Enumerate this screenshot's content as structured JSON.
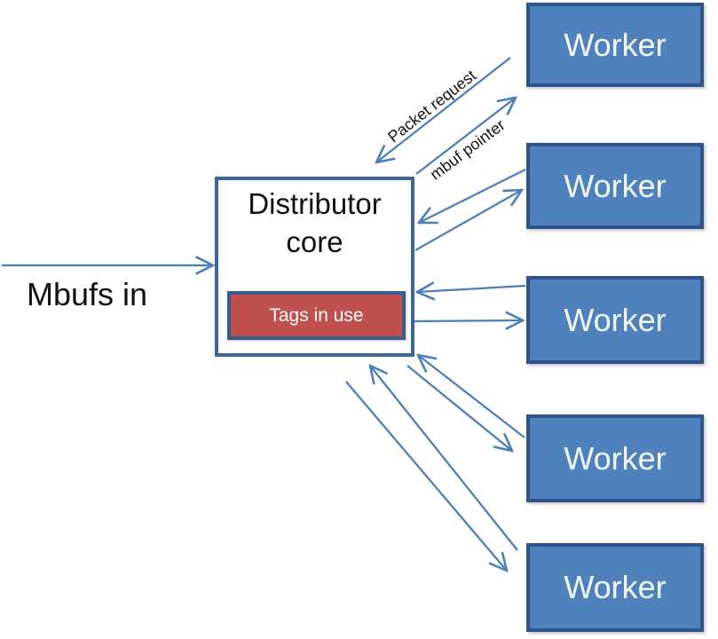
{
  "diagram": {
    "input_label": "Mbufs in",
    "distributor": {
      "title": "Distributor core",
      "tags_label": "Tags in use"
    },
    "arrow_labels": {
      "packet_request": "Packet request",
      "mbuf_pointer": "mbuf pointer"
    },
    "workers": [
      {
        "label": "Worker"
      },
      {
        "label": "Worker"
      },
      {
        "label": "Worker"
      },
      {
        "label": "Worker"
      },
      {
        "label": "Worker"
      }
    ],
    "colors": {
      "worker_fill": "#4f81bd",
      "worker_border": "#2f548c",
      "distributor_border": "#3e6694",
      "tags_fill": "#c0504d",
      "tags_border": "#385d8a",
      "arrow": "#4a7ebb"
    }
  }
}
